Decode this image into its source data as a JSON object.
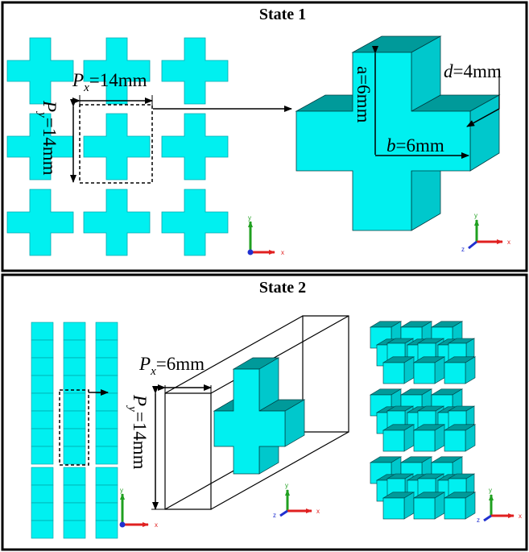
{
  "colors": {
    "cyan": "#00f0f0",
    "cyan_side": "#00c8cc",
    "cyan_top": "#009a9a",
    "outline": "#003c40",
    "frame": "#000000",
    "axis_x": "#e02020",
    "axis_y": "#20a020",
    "axis_z": "#2030d0"
  },
  "state1": {
    "title": "State 1",
    "px_sym": "P",
    "px_sub": "x",
    "px_val": "=14mm",
    "py_sym": "P",
    "py_sub": "y",
    "py_val": "=14mm",
    "a_label": "a=6mm",
    "b_sym": "b",
    "b_val": "=6mm",
    "d_sym": "d",
    "d_val": "=4mm"
  },
  "state2": {
    "title": "State 2",
    "px_sym": "P",
    "px_sub": "x",
    "px_val": "=6mm",
    "py_sym": "P",
    "py_sub": "y",
    "py_val": "=14mm"
  },
  "axes": {
    "x": "x",
    "y": "y",
    "z": "z"
  }
}
